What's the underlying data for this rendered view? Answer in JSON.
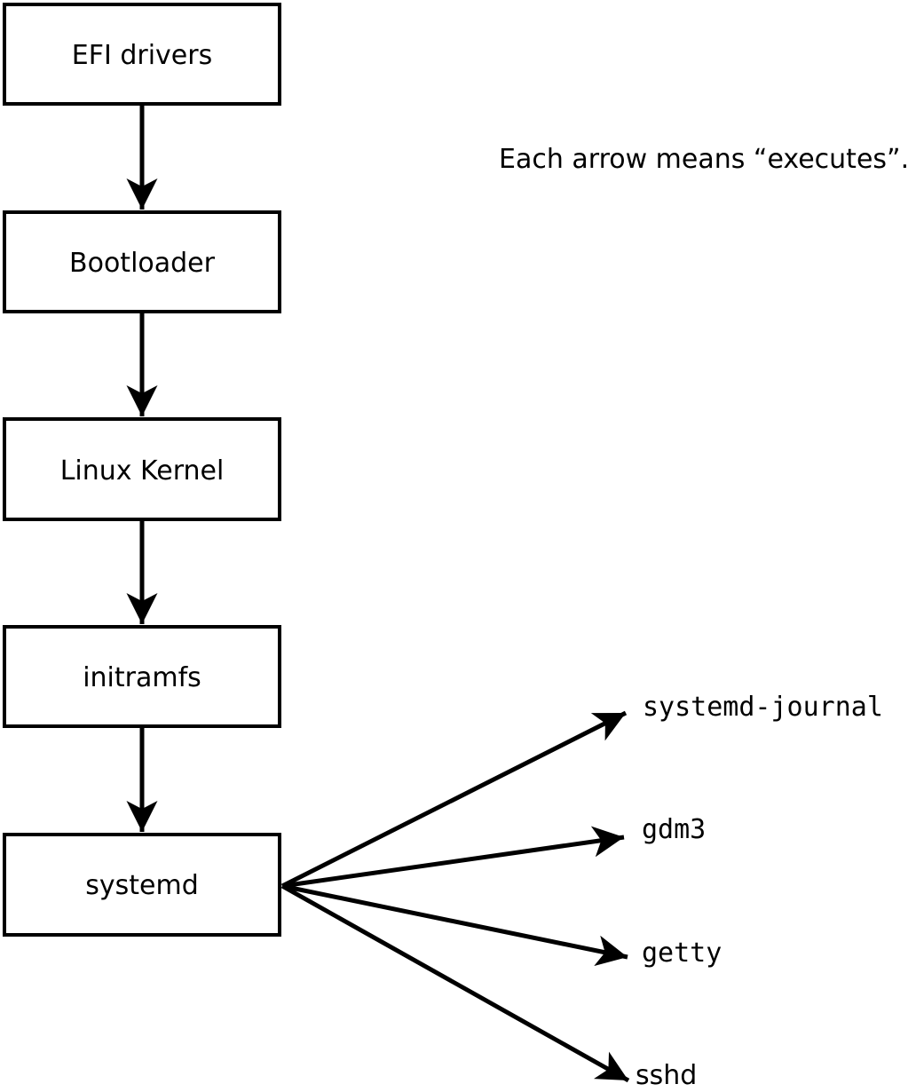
{
  "diagram": {
    "note": "Each arrow means “executes”.",
    "nodes": [
      {
        "label": "EFI drivers"
      },
      {
        "label": "Bootloader"
      },
      {
        "label": "Linux Kernel"
      },
      {
        "label": "initramfs"
      },
      {
        "label": "systemd"
      }
    ],
    "process_labels": [
      {
        "label": "systemd-journal"
      },
      {
        "label": "gdm3"
      },
      {
        "label": "getty"
      },
      {
        "label": "sshd"
      }
    ],
    "edges": [
      {
        "from": "EFI drivers",
        "to": "Bootloader"
      },
      {
        "from": "Bootloader",
        "to": "Linux Kernel"
      },
      {
        "from": "Linux Kernel",
        "to": "initramfs"
      },
      {
        "from": "initramfs",
        "to": "systemd"
      },
      {
        "from": "systemd",
        "to": "systemd-journal"
      },
      {
        "from": "systemd",
        "to": "gdm3"
      },
      {
        "from": "systemd",
        "to": "getty"
      },
      {
        "from": "systemd",
        "to": "sshd"
      }
    ]
  },
  "colors": {
    "stroke": "#000000",
    "node_fill": "#ffffff",
    "background": "#ffffff",
    "text": "#000000"
  }
}
